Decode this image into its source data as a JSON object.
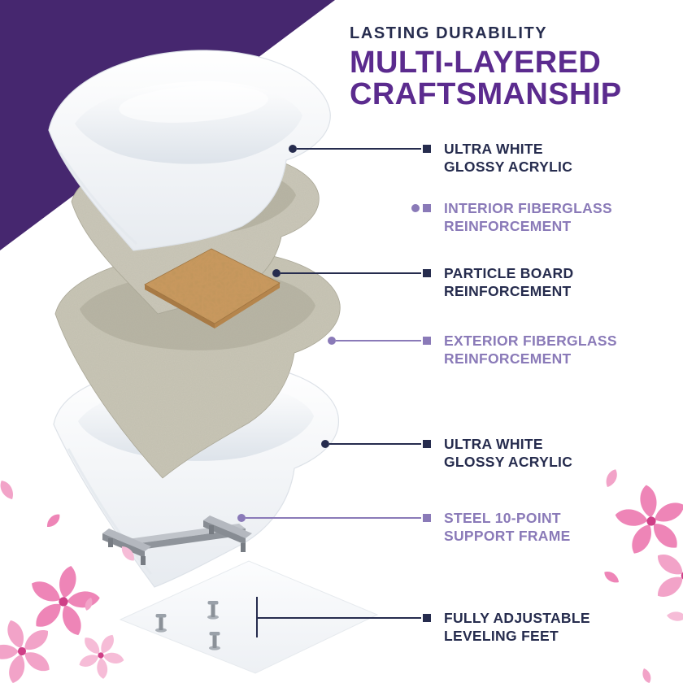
{
  "header": {
    "eyebrow": "LASTING DURABILITY",
    "title_line1": "MULTI-LAYERED",
    "title_line2": "CRAFTSMANSHIP"
  },
  "callouts": [
    {
      "line1": "ULTRA WHITE",
      "line2": "GLOSSY ACRYLIC",
      "tone": "navy"
    },
    {
      "line1": "INTERIOR FIBERGLASS",
      "line2": "REINFORCEMENT",
      "tone": "purple"
    },
    {
      "line1": "PARTICLE BOARD",
      "line2": "REINFORCEMENT",
      "tone": "navy"
    },
    {
      "line1": "EXTERIOR FIBERGLASS",
      "line2": "REINFORCEMENT",
      "tone": "purple"
    },
    {
      "line1": "ULTRA WHITE",
      "line2": "GLOSSY ACRYLIC",
      "tone": "navy"
    },
    {
      "line1": "STEEL 10-POINT",
      "line2": "SUPPORT FRAME",
      "tone": "purple"
    },
    {
      "line1": "FULLY ADJUSTABLE",
      "line2": "LEVELING FEET",
      "tone": "navy"
    }
  ],
  "diagram": {
    "subject": "exploded-view-bathtub-layers",
    "layers": [
      "ultra-white-glossy-acrylic-top",
      "interior-fiberglass-reinforcement",
      "particle-board-reinforcement",
      "exterior-fiberglass-reinforcement",
      "ultra-white-glossy-acrylic-bottom",
      "steel-10-point-support-frame",
      "fully-adjustable-leveling-feet"
    ]
  },
  "colors": {
    "title_purple": "#5b2b8e",
    "triangle_purple": "#46276f",
    "navy": "#262c4e",
    "label_purple": "#8a7ab8",
    "blossom_pink": "#ee85b7",
    "fiberglass_beige": "#c9c6b6",
    "particle_board_brown": "#c9985e",
    "steel_gray": "#8f949b"
  }
}
